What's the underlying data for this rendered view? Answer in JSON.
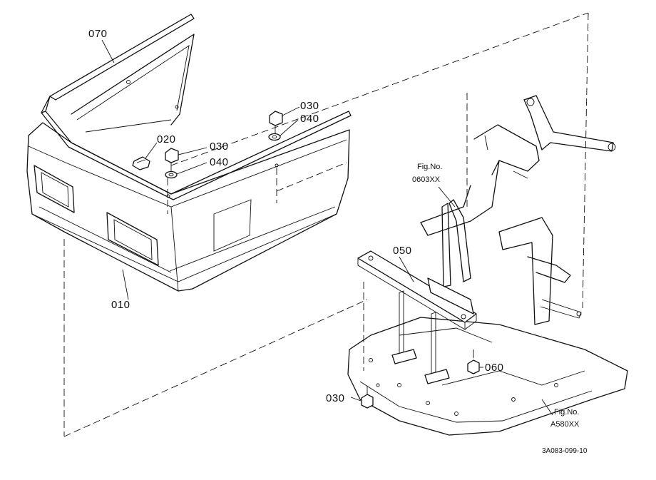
{
  "callouts": {
    "p070": "070",
    "p020": "020",
    "p030_upper": "030",
    "p040_upper": "040",
    "p030_mid": "030",
    "p040_mid": "040",
    "p050": "050",
    "p060": "060",
    "p010": "010",
    "p030_lower": "030"
  },
  "references": {
    "fig_upper_label": "Fig.No.",
    "fig_upper_code": "0603XX",
    "fig_lower_label": "Fig.No.",
    "fig_lower_code": "A580XX"
  },
  "drawing_code": "3A083-099-10"
}
